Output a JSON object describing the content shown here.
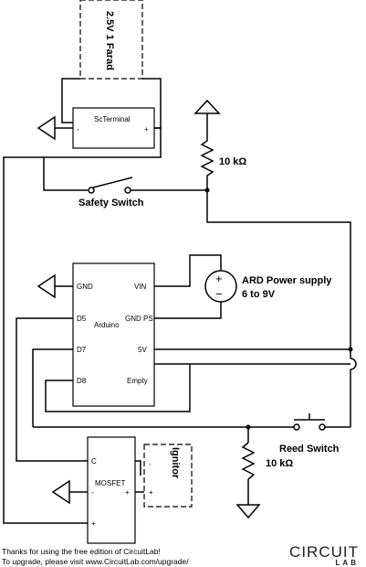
{
  "components": {
    "capacitor": "2.5V 1 Farad",
    "scterminal": "ScTerminal",
    "resistor_top": "10 kΩ",
    "safety_switch": "Safety Switch",
    "ard_power_line1": "ARD Power supply",
    "ard_power_line2": "6 to 9V",
    "arduino": "Arduino",
    "reed_switch": "Reed Switch",
    "resistor_bottom": "10 kΩ",
    "mosfet": "MOSFET",
    "ignitor": "Ignitor"
  },
  "pins": {
    "sc_minus": "-",
    "sc_plus": "+",
    "gnd": "GND",
    "vin": "VIN",
    "d5": "D5",
    "gnd_ps": "GND PS",
    "d7": "D7",
    "v5": "5V",
    "d8": "D8",
    "empty": "Empty",
    "mosfet_c": "C",
    "mosfet_minus": "-",
    "mosfet_plus": "+",
    "ign_minus": "-",
    "ign_plus": "+",
    "ps_plus": "+",
    "ps_minus": "−"
  },
  "footer": {
    "line1": "Thanks for using the free edition of CircuitLab!",
    "line2": "To upgrade, please visit www.CircuitLab.com/upgrade/"
  },
  "logo": {
    "top": "CIRCUIT",
    "bottom": "LAB"
  }
}
